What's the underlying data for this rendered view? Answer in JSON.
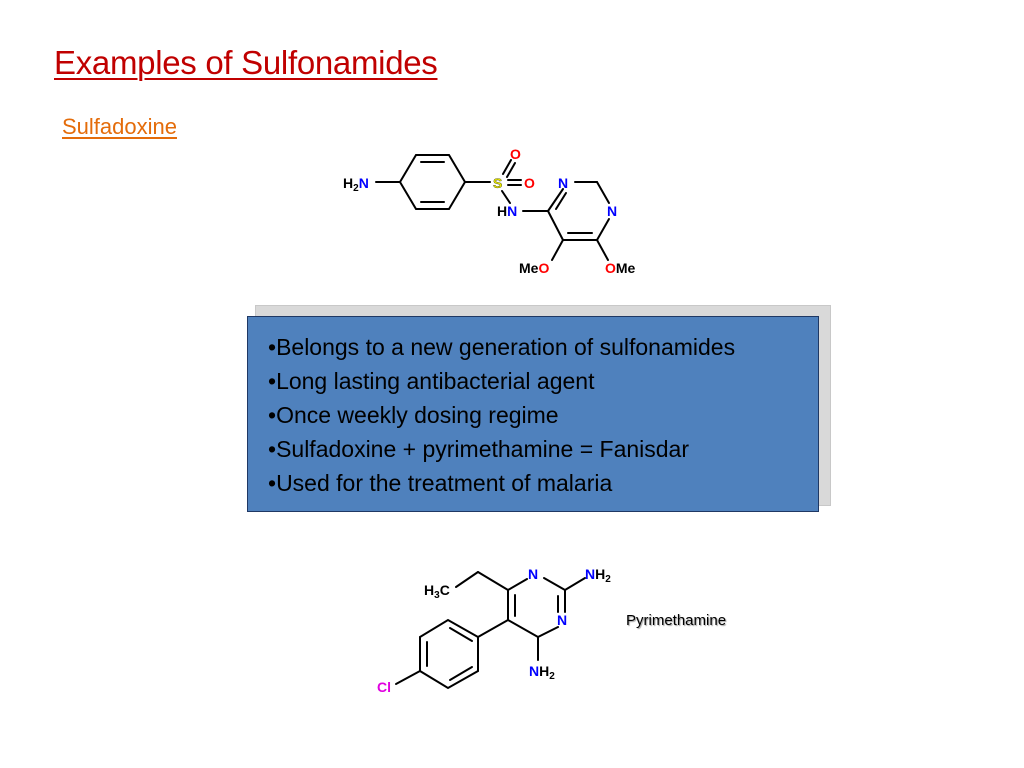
{
  "slide": {
    "title": "Examples of Sulfonamides",
    "subtitle": "Sulfadoxine"
  },
  "sulfadoxine_structure": {
    "atom_labels": [
      "H2N",
      "S",
      "O",
      "O",
      "HN",
      "N",
      "N",
      "MeO",
      "OMe"
    ]
  },
  "info_box": {
    "bullets": [
      "Belongs to a new generation of sulfonamides",
      "Long lasting antibacterial agent",
      "Once weekly dosing regime",
      "Sulfadoxine + pyrimethamine = Fanisdar",
      "Used for the treatment of malaria"
    ]
  },
  "pyrimethamine_structure": {
    "caption": "Pyrimethamine",
    "atom_labels": [
      "H3C",
      "N",
      "NH2",
      "N",
      "NH2",
      "Cl"
    ]
  },
  "colors": {
    "title": "#c00000",
    "subtitle": "#e46c0a",
    "box_fill": "#4f81bd",
    "nitrogen": "#0000ff",
    "oxygen": "#ff0000",
    "sulfur": "#e6e600",
    "chlorine": "#e000e0"
  }
}
